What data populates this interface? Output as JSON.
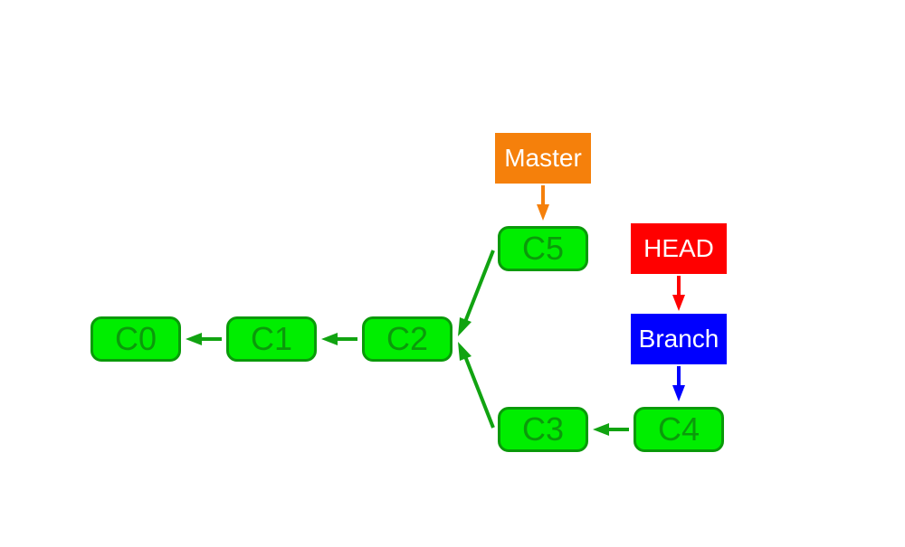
{
  "diagram": {
    "commits": {
      "c0": "C0",
      "c1": "C1",
      "c2": "C2",
      "c3": "C3",
      "c4": "C4",
      "c5": "C5"
    },
    "refs": {
      "master": "Master",
      "head": "HEAD",
      "branch": "Branch"
    },
    "colors": {
      "commit_fill": "#00ee00",
      "commit_border": "#0a9a0a",
      "commit_text": "#0b9a0b",
      "commit_arrow": "#11a311",
      "master": "#f5800b",
      "head": "#ff0000",
      "branch": "#0000ff"
    }
  }
}
